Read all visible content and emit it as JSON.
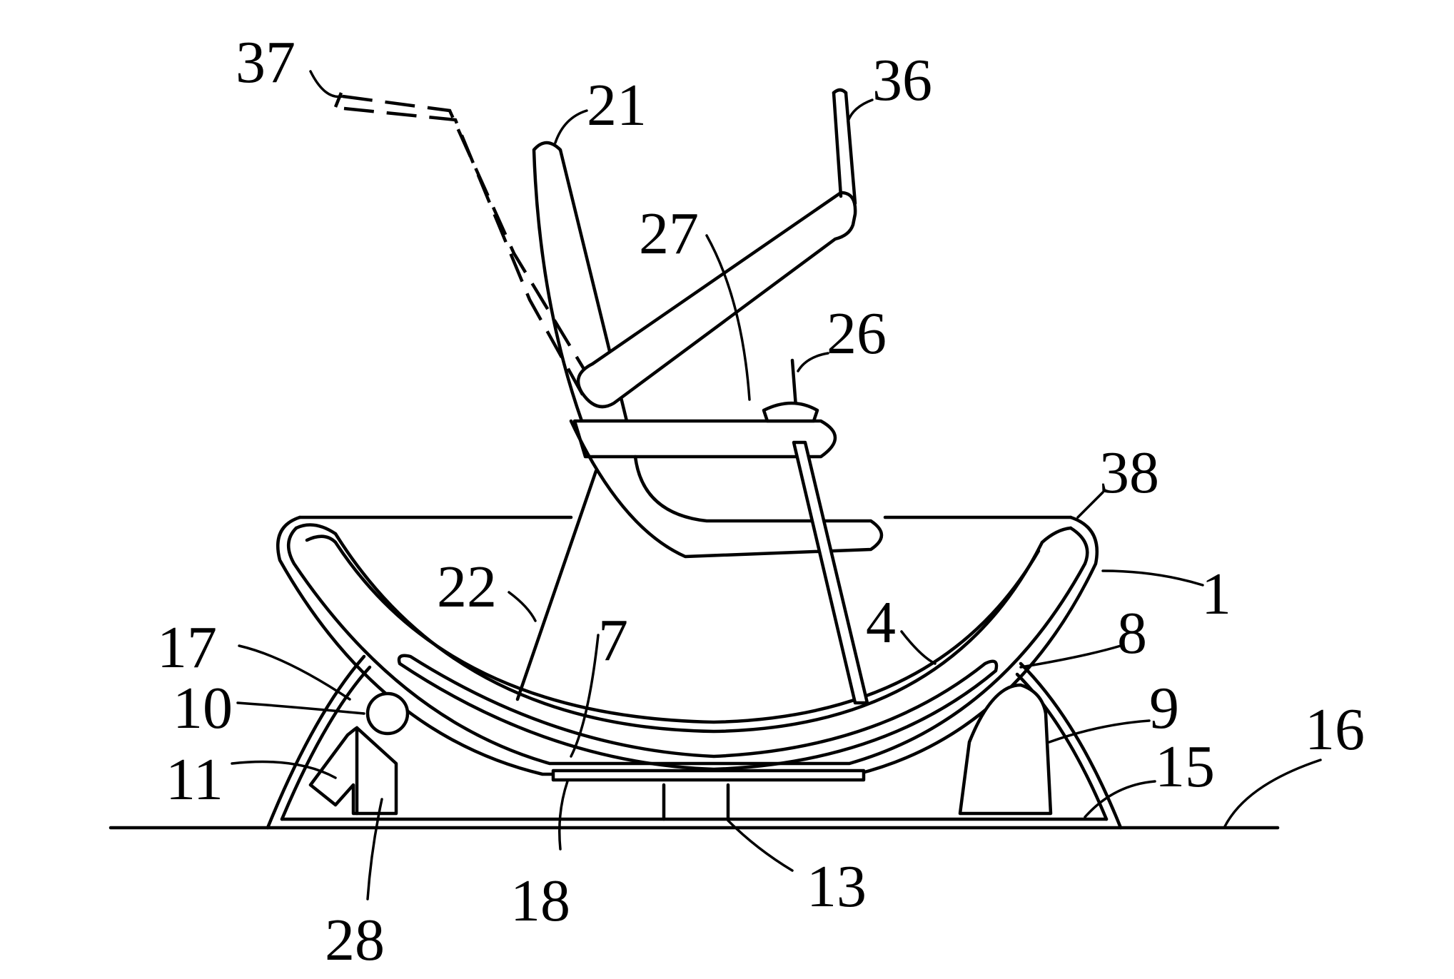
{
  "figure": {
    "labels": {
      "l37": "37",
      "l21": "21",
      "l36": "36",
      "l27": "27",
      "l26": "26",
      "l38": "38",
      "l1": "1",
      "l22": "22",
      "l7": "7",
      "l4": "4",
      "l8": "8",
      "l17": "17",
      "l10": "10",
      "l9": "9",
      "l11": "11",
      "l15": "15",
      "l16": "16",
      "l13": "13",
      "l18": "18",
      "l28": "28"
    }
  }
}
